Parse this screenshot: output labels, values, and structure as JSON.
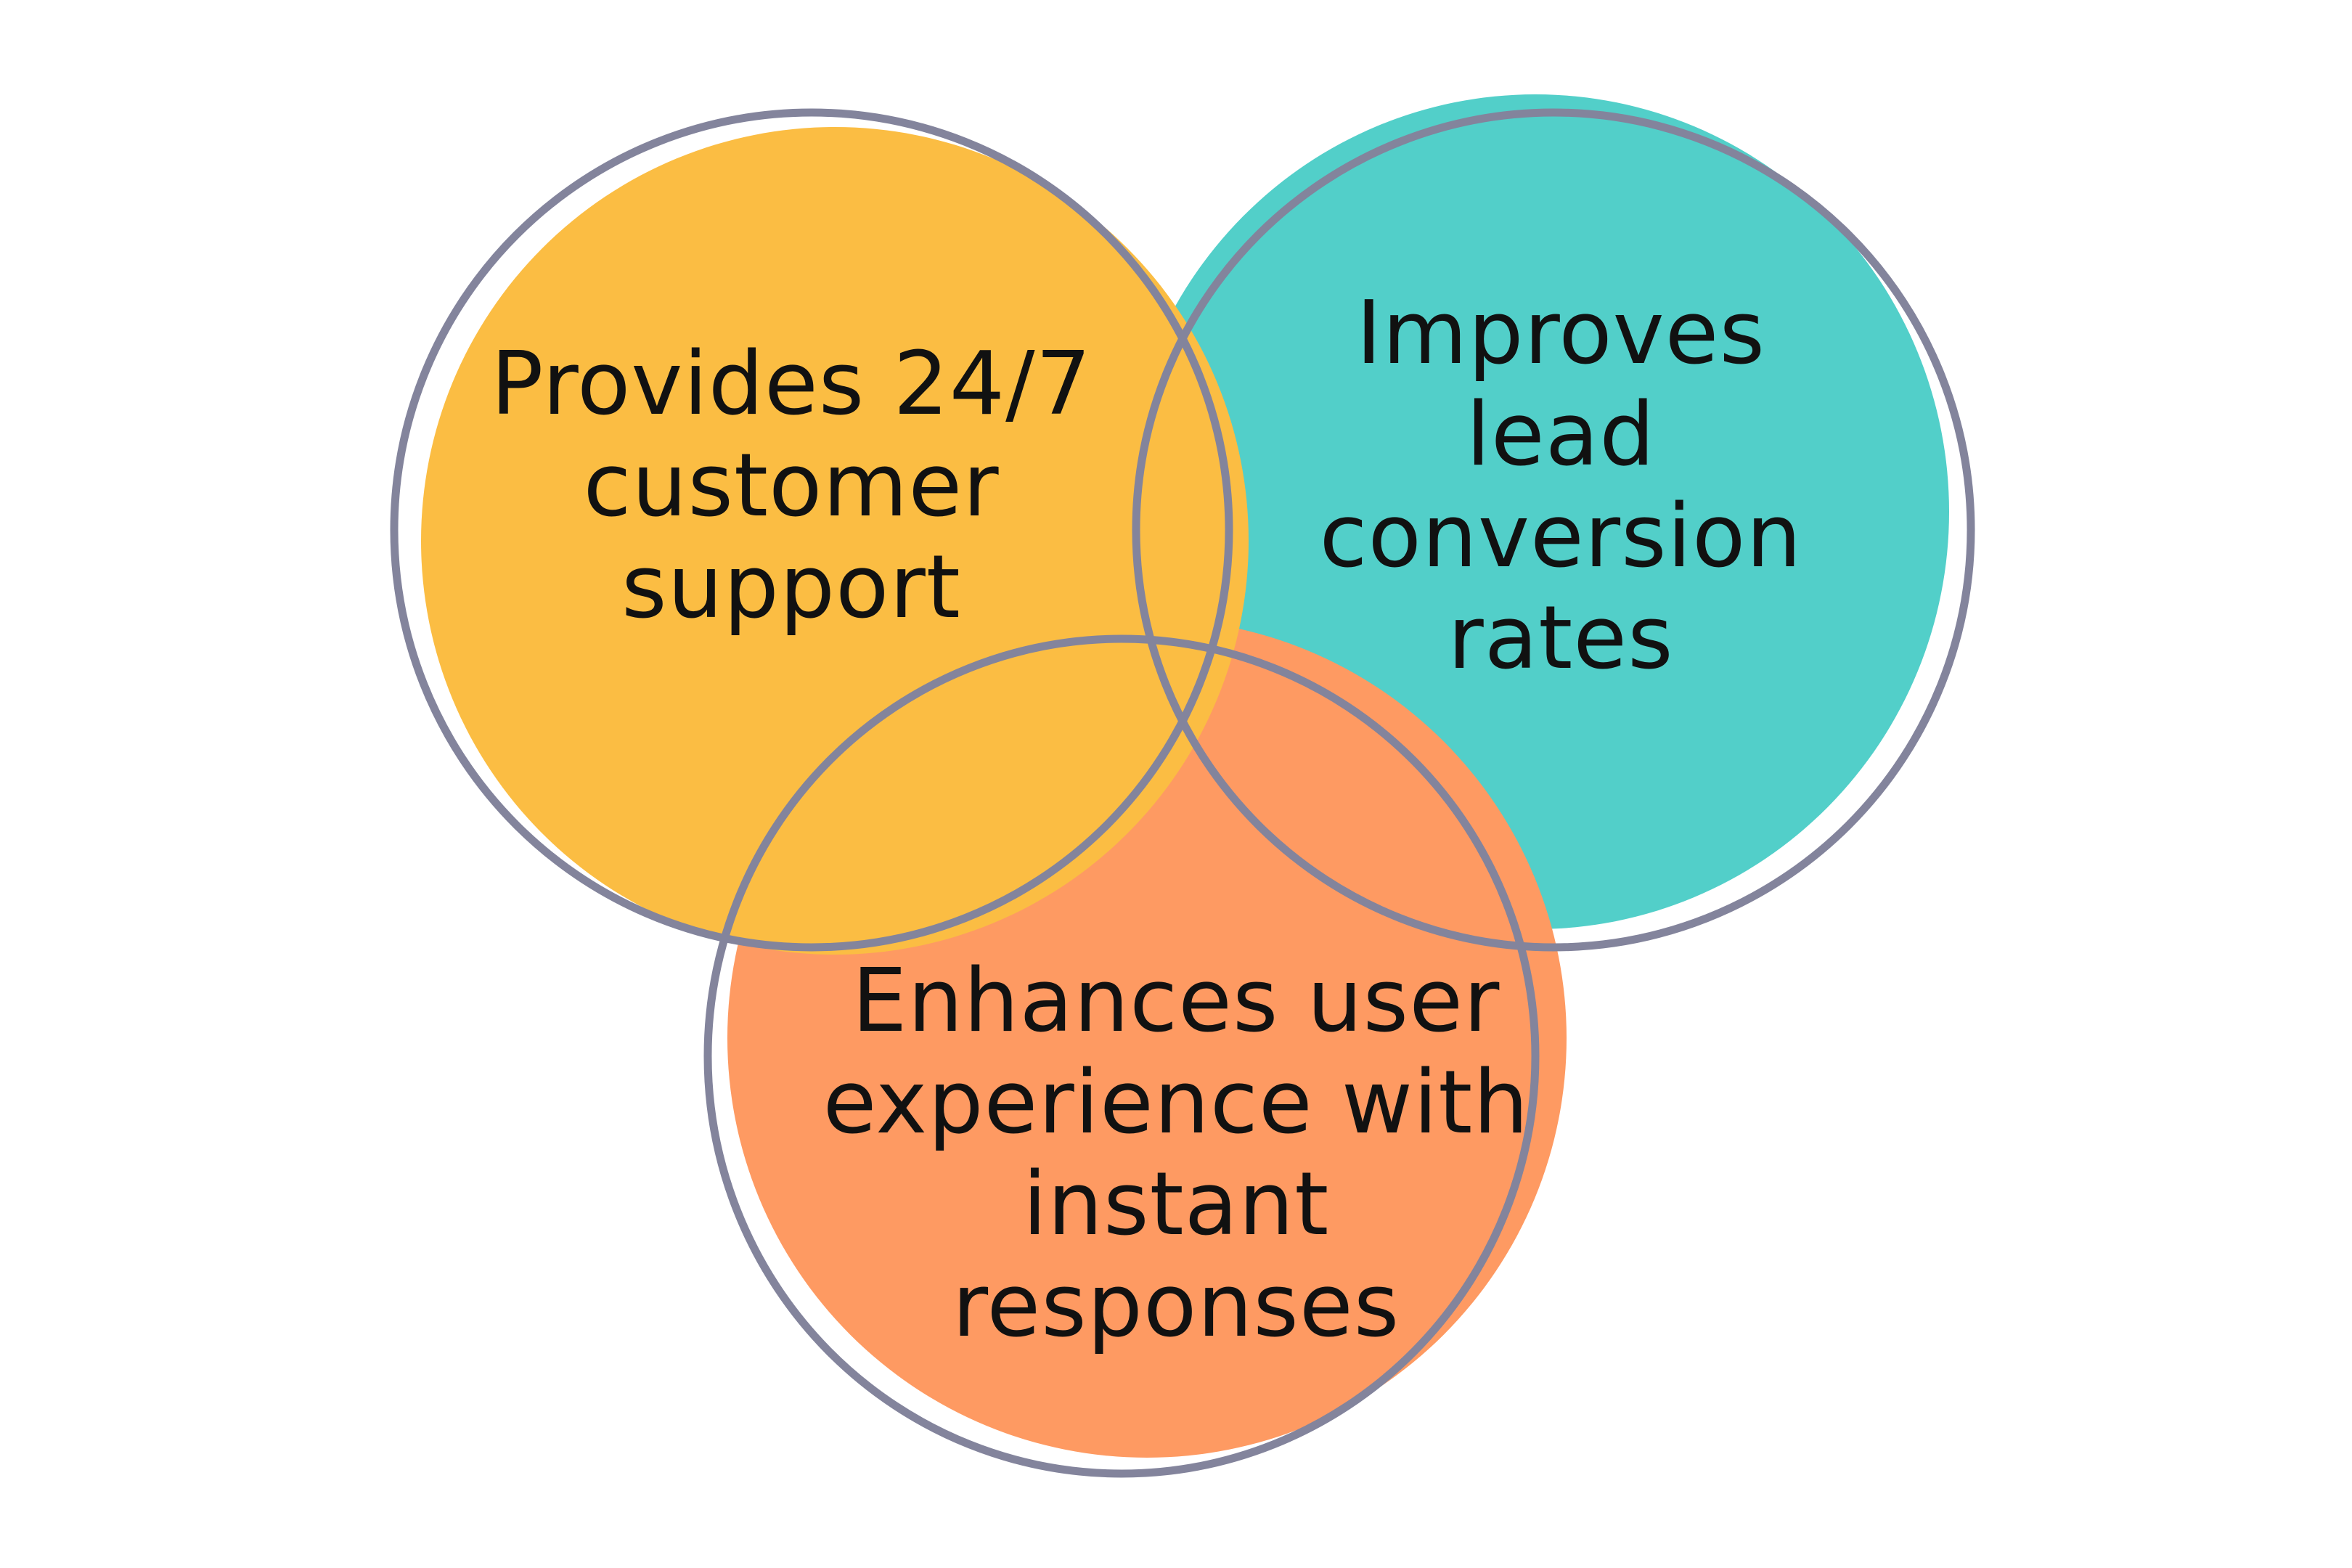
{
  "diagram": {
    "circles": [
      {
        "id": "support",
        "fill": "#FBBD43",
        "lines": [
          "Provides 24/7",
          "customer",
          "support"
        ]
      },
      {
        "id": "conversion",
        "fill": "#52CFC9",
        "lines": [
          "Improves",
          "lead",
          "conversion",
          "rates"
        ]
      },
      {
        "id": "experience",
        "fill": "#FE9A62",
        "lines": [
          "Enhances user",
          "experience with",
          "instant",
          "responses"
        ]
      }
    ],
    "outline_color": "#83849C"
  }
}
